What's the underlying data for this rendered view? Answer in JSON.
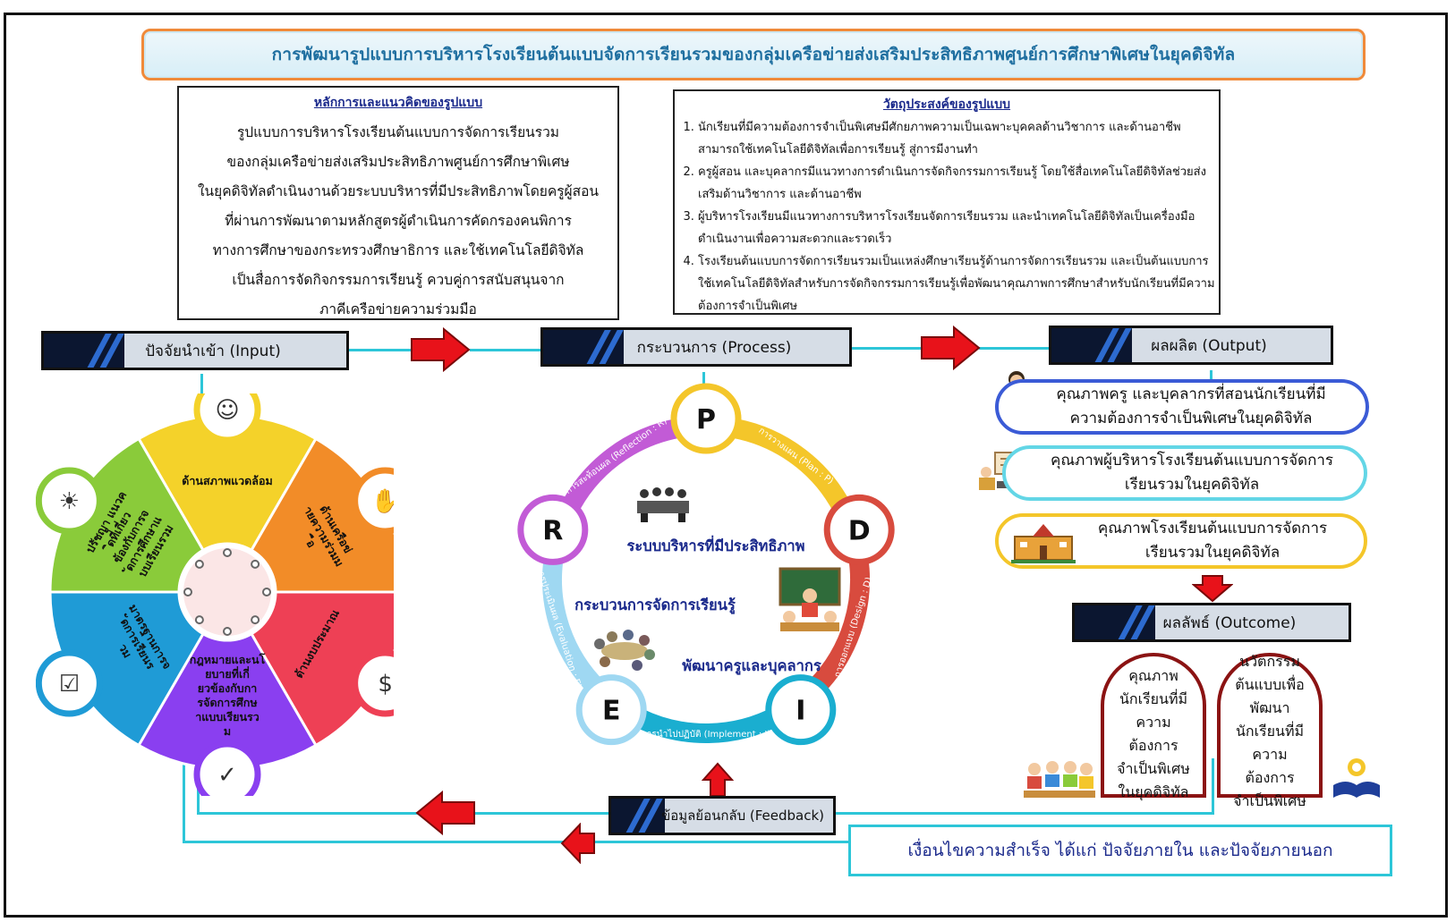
{
  "title": "การพัฒนารูปแบบการบริหารโรงเรียนต้นแบบจัดการเรียนรวมของกลุ่มเครือข่ายส่งเสริมประสิทธิภาพศูนย์การศึกษาพิเศษในยุคดิจิทัล",
  "principles": {
    "heading": "หลักการและแนวคิดของรูปแบบ",
    "lines": [
      "รูปแบบการบริหารโรงเรียนต้นแบบการจัดการเรียนรวม",
      "ของกลุ่มเครือข่ายส่งเสริมประสิทธิภาพศูนย์การศึกษาพิเศษ",
      "ในยุคดิจิทัลดำเนินงานด้วยระบบบริหารที่มีประสิทธิภาพโดยครูผู้สอน",
      "ที่ผ่านการพัฒนาตามหลักสูตรผู้ดำเนินการคัดกรองคนพิการ",
      "ทางการศึกษาของกระทรวงศึกษาธิการ และใช้เทคโนโลยีดิจิทัล",
      "เป็นสื่อการจัดกิจกรรมการเรียนรู้ ควบคู่การสนับสนุนจาก",
      "ภาคีเครือข่ายความร่วมมือ"
    ]
  },
  "objectives": {
    "heading": "วัตถุประสงค์ของรูปแบบ",
    "items": [
      "นักเรียนที่มีความต้องการจำเป็นพิเศษมีศักยภาพความเป็นเฉพาะบุคคลด้านวิชาการ และด้านอาชีพสามารถใช้เทคโนโลยีดิจิทัลเพื่อการเรียนรู้ สู่การมีงานทำ",
      "ครูผู้สอน และบุคลากรมีแนวทางการดำเนินการจัดกิจกรรมการเรียนรู้ โดยใช้สื่อเทคโนโลยีดิจิทัลช่วยส่งเสริมด้านวิชาการ และด้านอาชีพ",
      "ผู้บริหารโรงเรียนมีแนวทางการบริหารโรงเรียนจัดการเรียนรวม และนำเทคโนโลยีดิจิทัลเป็นเครื่องมือดำเนินงานเพื่อความสะดวกและรวดเร็ว",
      "โรงเรียนต้นแบบการจัดการเรียนรวมเป็นแหล่งศึกษาเรียนรู้ด้านการจัดการเรียนรวม และเป็นต้นแบบการใช้เทคโนโลยีดิจิทัลสำหรับการจัดกิจกรรมการเรียนรู้เพื่อพัฒนาคุณภาพการศึกษาสำหรับนักเรียนที่มีความต้องการจำเป็นพิเศษ"
    ]
  },
  "headers": {
    "input": "ปัจจัยนำเข้า (Input)",
    "process": "กระบวนการ (Process)",
    "output": "ผลผลิต (Output)",
    "outcome": "ผลลัพธ์ (Outcome)",
    "feedback": "ข้อมูลย้อนกลับ (Feedback)"
  },
  "input_segments": [
    {
      "label": "ด้านสภาพแวดล้อม",
      "color": "#f4d22a",
      "icon": "meeting-icon"
    },
    {
      "label": "ด้านเครือข่ายความร่วมมือ",
      "color": "#f28c28",
      "icon": "hands-icon"
    },
    {
      "label": "ด้านงบประมาณ",
      "color": "#ee4055",
      "icon": "money-icon"
    },
    {
      "label": "กฎหมายและนโยบายที่เกี่ยวข้องกับการจัดการศึกษาแบบเรียนรวม",
      "color": "#8a3ff0",
      "icon": "document-shield-icon"
    },
    {
      "label": "มาตรฐานการจัดการเรียนรวม",
      "color": "#1f9bd6",
      "icon": "checklist-icon"
    },
    {
      "label": "ปรัชญา แนวคิดที่เกี่ยวข้องกับการจัดการศึกษาแบบเรียนรวม",
      "color": "#8acb3a",
      "icon": "lightbulb-icon"
    }
  ],
  "process": {
    "letters": [
      "P",
      "D",
      "I",
      "E",
      "R"
    ],
    "steps": [
      "การวางแผน (Plan : P)",
      "การออกแบบ (Design : D)",
      "การนำไปปฏิบัติ (Implement : I)",
      "การประเมินผล (Evaluation : E)",
      "การสะท้อนผล (Reflection : R)"
    ],
    "colors": [
      "#f4c62a",
      "#d84b3e",
      "#1aaed0",
      "#9fd8f2",
      "#c25bd6"
    ],
    "inner": [
      "ระบบบริหารที่มีประสิทธิภาพ",
      "กระบวนการจัดการเรียนรู้",
      "พัฒนาครูและบุคลากร"
    ]
  },
  "outputs": [
    {
      "text": "คุณภาพครู และบุคลากรที่สอนนักเรียนที่มีความต้องการจำเป็นพิเศษในยุคดิจิทัล",
      "border": "#3b5bd6"
    },
    {
      "text": "คุณภาพผู้บริหารโรงเรียนต้นแบบการจัดการเรียนรวมในยุคดิจิทัล",
      "border": "#63d6e6"
    },
    {
      "text": "คุณภาพโรงเรียนต้นแบบการจัดการเรียนรวมในยุคดิจิทัล",
      "border": "#f4c62a"
    }
  ],
  "outcomes": [
    "คุณภาพนักเรียนที่มีความต้องการจำเป็นพิเศษในยุคดิจิทัล",
    "นวัตกรรมต้นแบบเพื่อพัฒนานักเรียนที่มีความต้องการจำเป็นพิเศษ"
  ],
  "condition": "เงื่อนไขความสำเร็จ ได้แก่ ปัจจัยภายใน และปัจจัยภายนอก",
  "colors": {
    "accent_cyan": "#2dc6d8",
    "arrow_red": "#e8121a",
    "header_dark": "#0b1630",
    "stripe_blue": "#2d6bd0"
  }
}
